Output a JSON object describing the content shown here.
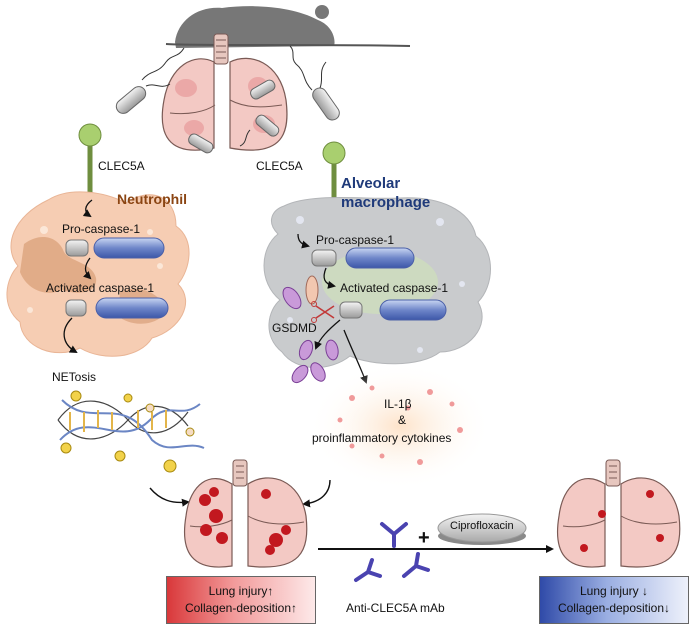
{
  "labels": {
    "clec5a_left": "CLEC5A",
    "clec5a_right": "CLEC5A",
    "neutrophil": "Neutrophil",
    "macrophage_line1": "Alveolar",
    "macrophage_line2": "macrophage",
    "procaspase_neutrophil": "Pro-caspase-1",
    "activated_neutrophil": "Activated  caspase-1",
    "procaspase_macrophage": "Pro-caspase-1",
    "activated_macrophage": "Activated caspase-1",
    "gsdmd": "GSDMD",
    "netosis": "NETosis",
    "il1b": "IL-1β",
    "ampersand": "&",
    "cytokines": "proinflammatory cytokines",
    "ciprofloxacin": "Ciprofloxacin",
    "plus": "+",
    "mab": "Anti-CLEC5A mAb"
  },
  "outcome_left": {
    "line1": "Lung injury↑",
    "line2": "Collagen-deposition↑"
  },
  "outcome_right": {
    "line1": "Lung injury ↓",
    "line2": "Collagen-deposition↓"
  },
  "colors": {
    "neutrophil_cell": "#f6cdb3",
    "macrophage_cell": "#c9cbcd",
    "lung": "#f3c9c4",
    "injury": "#c2181f",
    "receptor": "#8fbf5a",
    "antibody": "#4a43b0",
    "increase_box": "#d9383a",
    "decrease_box": "#2f4aa8"
  }
}
